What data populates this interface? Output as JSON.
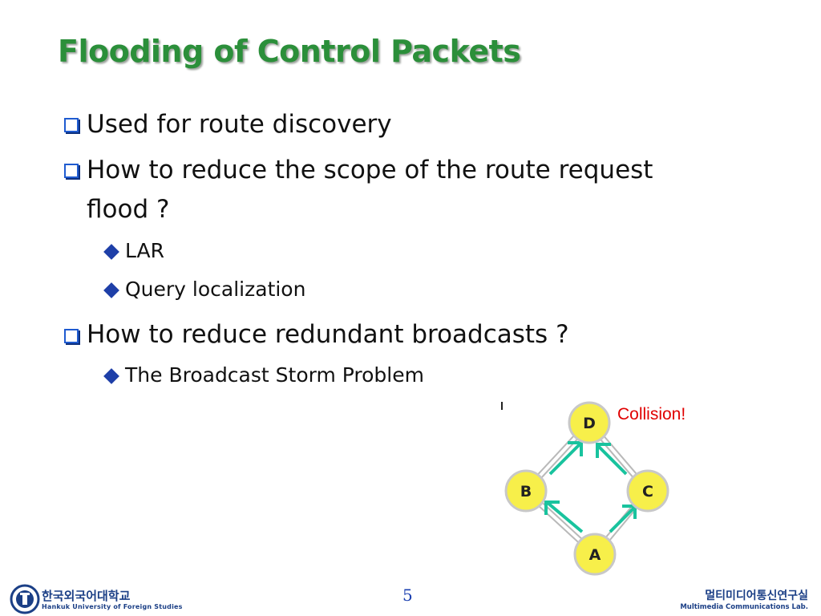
{
  "slide": {
    "title": "Flooding of Control Packets",
    "bullets": [
      {
        "text": "Used for route discovery",
        "icon": "hollow-square-icon"
      },
      {
        "text": "How to reduce the scope of the route request",
        "text_cont": "flood ?",
        "icon": "hollow-square-icon",
        "sub": [
          "LAR",
          "Query localization"
        ]
      },
      {
        "text": "How to reduce redundant broadcasts ?",
        "icon": "hollow-square-icon",
        "sub": [
          "The Broadcast Storm Problem"
        ]
      }
    ],
    "sub_icon": "diamond-icon"
  },
  "diagram": {
    "nodes": [
      "D",
      "B",
      "C",
      "A"
    ],
    "annotation": "Collision!",
    "colors": {
      "node_fill": "#f7ef4a",
      "node_stroke": "#b8b8b8",
      "arrow": "#19c39e",
      "annotation": "#e00000"
    }
  },
  "footer": {
    "page_number": "5",
    "university_kr": "한국외국어대학교",
    "university_en": "Hankuk University of Foreign Studies",
    "lab_kr": "멀티미디어통신연구실",
    "lab_en": "Multimedia Communications Lab."
  },
  "theme": {
    "title_color": "#2b8f3a",
    "bullet_color": "#1f5bd0",
    "sub_bullet_color": "#1e3fa8"
  }
}
